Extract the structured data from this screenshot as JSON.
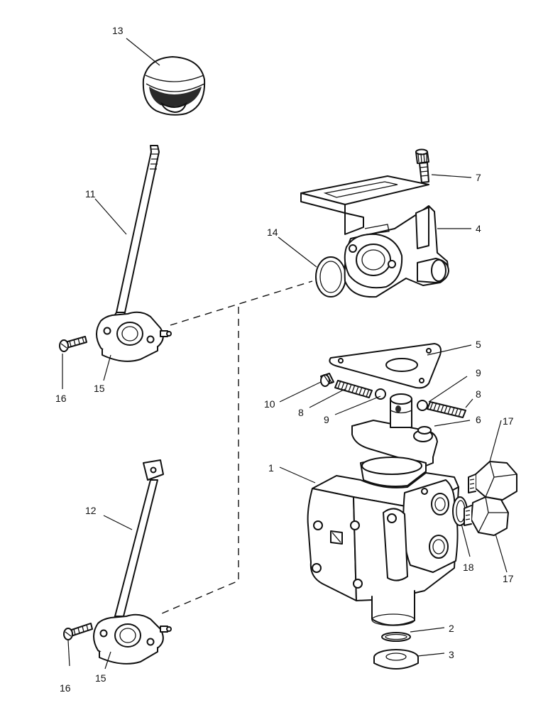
{
  "callouts": {
    "c1": "1",
    "c2": "2",
    "c3": "3",
    "c4": "4",
    "c5": "5",
    "c6": "6",
    "c7": "7",
    "c8a": "8",
    "c8b": "8",
    "c9a": "9",
    "c9b": "9",
    "c10": "10",
    "c11": "11",
    "c12": "12",
    "c13": "13",
    "c14": "14",
    "c15a": "15",
    "c15b": "15",
    "c16a": "16",
    "c16b": "16",
    "c17a": "17",
    "c17b": "17",
    "c18": "18"
  },
  "colors": {
    "ink": "#111111",
    "paper": "#ffffff"
  }
}
